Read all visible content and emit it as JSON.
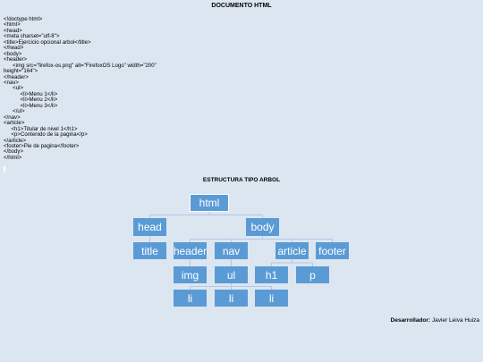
{
  "doc_title": "DOCUMENTO HTML",
  "code_lines": [
    "<!doctype html>",
    "<html>",
    "<head>",
    "<meta charset=\"utf-8\">",
    "<title>Ejercicio opcional arbol</title>",
    "</head>",
    "<body>",
    "<header>",
    "      <img src=\"firefox-os.png\" alt=\"FirefoxOS Logo\" width=\"200\"",
    "height=\"164\">",
    "</header>",
    "<nav>",
    "      <ul>",
    "           <li>Menu 1</li>",
    "           <li>Menu 2</li>",
    "           <li>Menu 3</li>",
    "      </ul>",
    "</nav>",
    "<article>",
    "     <h1>Titular de nivel 1</h1>",
    "     <p>Contenido de la pagina</p>",
    "</article>",
    "<footer>Pie de pagina</footer>",
    "</body>",
    "</html>"
  ],
  "tree_title": "ESTRUCTURA TIPO ARBOL",
  "colors": {
    "node_fill": "#5b9bd5",
    "connector": "#b4c7e7",
    "background": "#dce6f1"
  },
  "chart_data": {
    "type": "tree",
    "nodes": [
      {
        "id": "html",
        "label": "html",
        "parent": null
      },
      {
        "id": "head",
        "label": "head",
        "parent": "html"
      },
      {
        "id": "body",
        "label": "body",
        "parent": "html"
      },
      {
        "id": "title",
        "label": "title",
        "parent": "head"
      },
      {
        "id": "header",
        "label": "header",
        "parent": "body"
      },
      {
        "id": "nav",
        "label": "nav",
        "parent": "body"
      },
      {
        "id": "article",
        "label": "article",
        "parent": "body"
      },
      {
        "id": "footer",
        "label": "footer",
        "parent": "body"
      },
      {
        "id": "img",
        "label": "img",
        "parent": "header"
      },
      {
        "id": "ul",
        "label": "ul",
        "parent": "nav"
      },
      {
        "id": "h1",
        "label": "h1",
        "parent": "article"
      },
      {
        "id": "p",
        "label": "p",
        "parent": "article"
      },
      {
        "id": "li1",
        "label": "li",
        "parent": "ul"
      },
      {
        "id": "li2",
        "label": "li",
        "parent": "ul"
      },
      {
        "id": "li3",
        "label": "li",
        "parent": "ul"
      }
    ]
  },
  "credit": {
    "label": "Desarrollador:",
    "name": "Javier Leiva Huiza"
  }
}
